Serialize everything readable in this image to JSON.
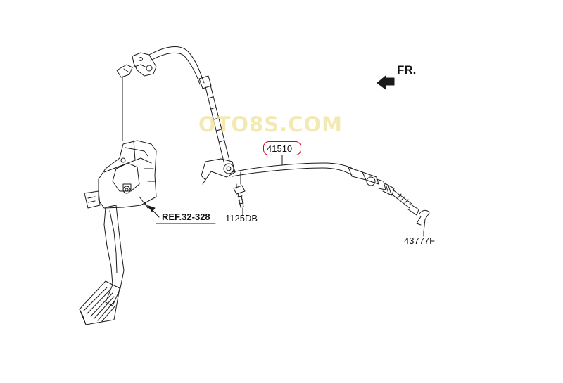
{
  "labels": {
    "cable_part": "41510",
    "bolt_part": "1125DB",
    "clip_part": "43777F",
    "reference": "REF.32-328",
    "front_direction": "FR."
  },
  "watermark": "OTO8S.COM",
  "colors": {
    "line": "#1a1a1a",
    "callout_border": "#d0021b",
    "watermark": "#f1e7a6"
  },
  "icons": [
    "front-arrow-icon"
  ]
}
